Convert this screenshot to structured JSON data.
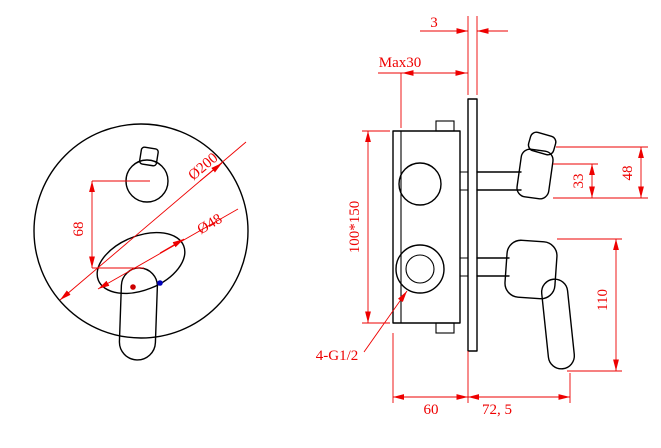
{
  "drawing_type": "faucet-mixer-technical-drawing",
  "labels": {
    "front": {
      "plate_diameter": "Ø200",
      "knob_offset": "68",
      "handle_diameter": "Ø48"
    },
    "side": {
      "plate_thickness": "3",
      "max_depth": "Max30",
      "body_size": "100*150",
      "knob_len": "33",
      "knob_height": "48",
      "handle_height": "110",
      "thread": "4-G1/2",
      "body_depth": "60",
      "handle_depth": "72, 5"
    }
  },
  "colors": {
    "line": "#000000",
    "dimension": "#ee0000",
    "hot_dot": "#cc0000",
    "cold_dot": "#0000bb",
    "background": "#ffffff"
  }
}
